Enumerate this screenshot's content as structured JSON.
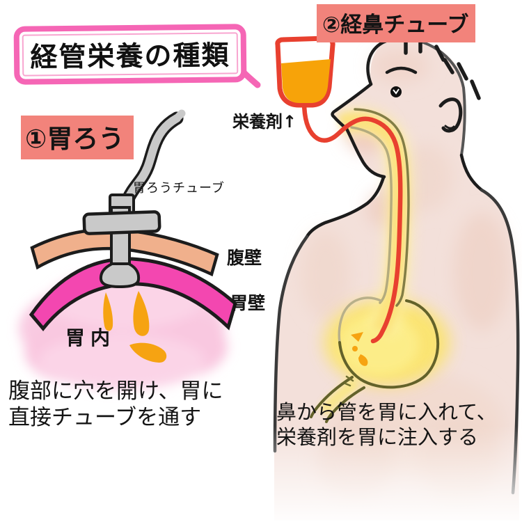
{
  "figure": {
    "title": "経管栄養の種類",
    "section1": {
      "heading": "①胃ろう",
      "tube_label": "胃ろうチューブ",
      "abdominal_wall_label": "腹壁",
      "stomach_wall_label": "胃壁",
      "stomach_inside_label": "胃内",
      "caption_line1": "腹部に穴を開け、胃に",
      "caption_line2": "直接チューブを通す"
    },
    "section2": {
      "heading": "②経鼻チューブ",
      "nutrient_label": "栄養剤↑",
      "caption_line1": "鼻から管を胃に入れて、",
      "caption_line2": "栄養剤を胃に注入する"
    }
  },
  "colors": {
    "title_border_pink": "#f566b5",
    "heading_highlight": "#f2837b",
    "tube_red": "#e8402f",
    "nutrient_orange": "#f7a309",
    "device_gray": "#c9c9c9",
    "abdominal_wall_salmon": "#f0b08c",
    "stomach_wall_magenta": "#f347b0",
    "stomach_cloud_pink": "#f9c8e0",
    "droplet_orange": "#f6a312",
    "skin": "#f3e0da",
    "stomach_yellow": "#fce45f",
    "esophagus_olive": "#827d45",
    "outline_black": "#1c1c1c"
  }
}
